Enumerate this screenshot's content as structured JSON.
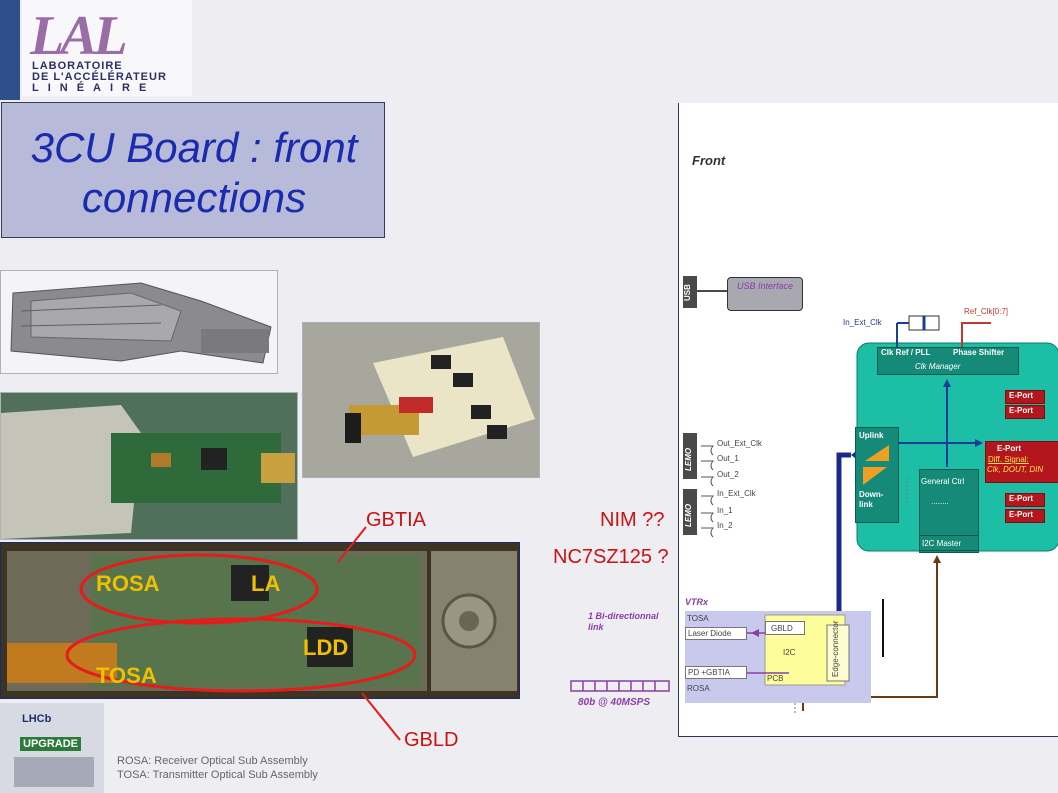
{
  "logo": {
    "mark": "LAL",
    "line1": "LABORATOIRE",
    "line2": "DE L'ACCÉLÉRATEUR",
    "line3": "LINÉAIRE"
  },
  "title": {
    "line1": "3CU Board : front",
    "line2": "connections"
  },
  "photo_labels": {
    "rosa": "ROSA",
    "la": "LA",
    "tosa": "TOSA",
    "ldd": "LDD"
  },
  "callouts": {
    "gbtia": "GBTIA",
    "gbld": "GBLD",
    "nim": "NIM ??",
    "nc7": "NC7SZ125 ?"
  },
  "upgrade_badge": {
    "lhcb": "LHCb",
    "upgrade": "UPGRADE"
  },
  "notes": {
    "rosa": "ROSA: Receiver Optical Sub Assembly",
    "tosa": "TOSA: Transmitter Optical Sub Assembly"
  },
  "diagram": {
    "front": "Front",
    "usb": "USB",
    "usb_interface": "USB Interface",
    "in_ext_clk_top": "In_Ext_Clk",
    "ref_clk": "Ref_Clk[0:7]",
    "clk_ref_pll": "Clk Ref / PLL",
    "phase_shifter": "Phase Shifter",
    "clk_manager": "Clk Manager",
    "eports": [
      "E-Port",
      "E-Port",
      "E-Port",
      "E-Port",
      "E-Port"
    ],
    "diff_signal": "Diff. Signal:",
    "diff_signal_2": "Clk, DOUT, DIN",
    "uplink": "Uplink",
    "downlink": "Down-link",
    "general_ctrl": "General Ctrl",
    "dots": "........",
    "i2c_master": "I2C Master",
    "lemo": "LEMO",
    "lemo_outputs": [
      "Out_Ext_Clk",
      "Out_1",
      "Out_2"
    ],
    "lemo_inputs": [
      "In_Ext_Clk",
      "In_1",
      "In_2"
    ],
    "vtrx": "VTRx",
    "tosa": "TOSA",
    "laser_diode": "Laser Diode",
    "pd_gbtia": "PD +GBTIA",
    "rosa": "ROSA",
    "gbld": "GBLD",
    "i2c": "I2C",
    "pcb": "PCB",
    "edge_connector": "Edge-connector",
    "bidir_link": "1 Bi-directionnal link",
    "data_rate": "80b @ 40MSPS"
  },
  "colors": {
    "title_text": "#1a2bb0",
    "title_bg": "#b7bbd9",
    "callout_red": "#cc1111",
    "teal_block": "#1cbfa6",
    "eport_red": "#b3161c",
    "vtrx_bg": "#c9c9ee",
    "purple": "#8a3ea8"
  }
}
